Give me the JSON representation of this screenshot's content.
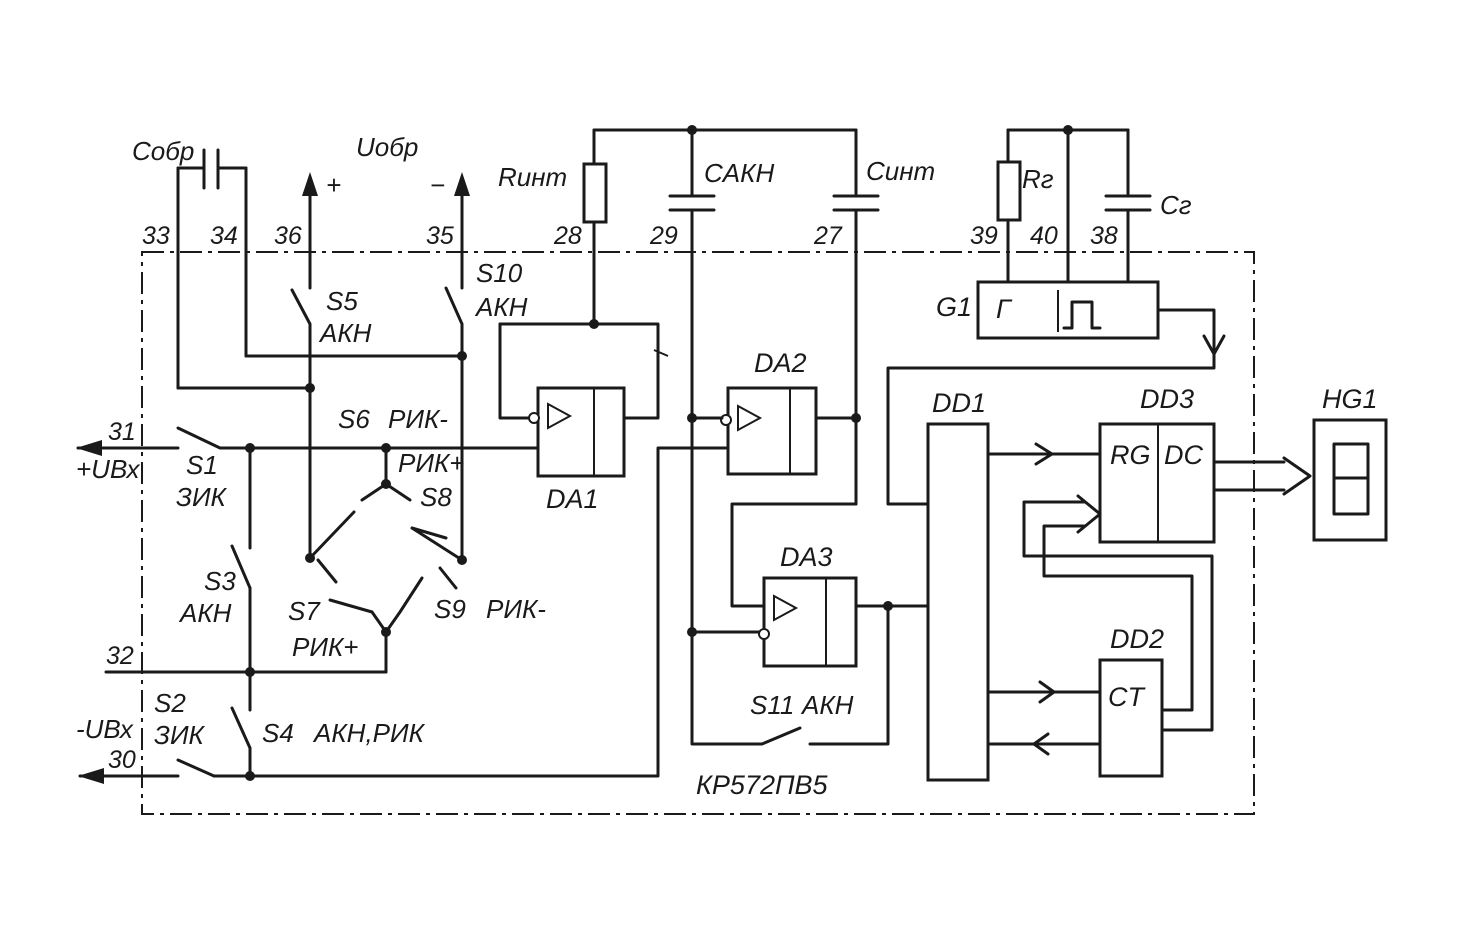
{
  "labels": {
    "c_obr": "Cобр",
    "u_obr": "Uобр",
    "plus": "+",
    "minus": "−",
    "r_int": "Rинт",
    "c_akn": "CАКН",
    "c_int": "Cинт",
    "r_g": "Rг",
    "c_g": "Cг",
    "in_plus": "+UВх",
    "in_minus": "-UВх",
    "chip": "КР572ПВ5"
  },
  "pins": [
    "33",
    "34",
    "36",
    "35",
    "28",
    "29",
    "27",
    "39",
    "40",
    "38",
    "31",
    "32",
    "30"
  ],
  "switches": {
    "s1": "S1",
    "s1_mode": "ЗИК",
    "s2": "S2",
    "s2_mode": "ЗИК",
    "s3": "S3",
    "s3_mode": "АКН",
    "s4": "S4",
    "s4_mode": "АКН,РИК",
    "s5": "S5",
    "s5_mode": "АКН",
    "s6": "S6",
    "s6_mode": "РИК-",
    "s7": "S7",
    "s7_mode": "РИК+",
    "s8": "S8",
    "s8_mode": "РИК+",
    "s9": "S9",
    "s9_mode": "РИК-",
    "s10": "S10",
    "s10_mode": "АКН",
    "s11": "S11",
    "s11_mode": "АКН"
  },
  "blocks": {
    "da1": "DA1",
    "da2": "DA2",
    "da3": "DA3",
    "dd1": "DD1",
    "dd2": "DD2",
    "dd3": "DD3",
    "g1": "G1",
    "g1_gen": "Г",
    "rg": "RG",
    "dc": "DC",
    "ct": "CT",
    "hg1": "HG1"
  }
}
